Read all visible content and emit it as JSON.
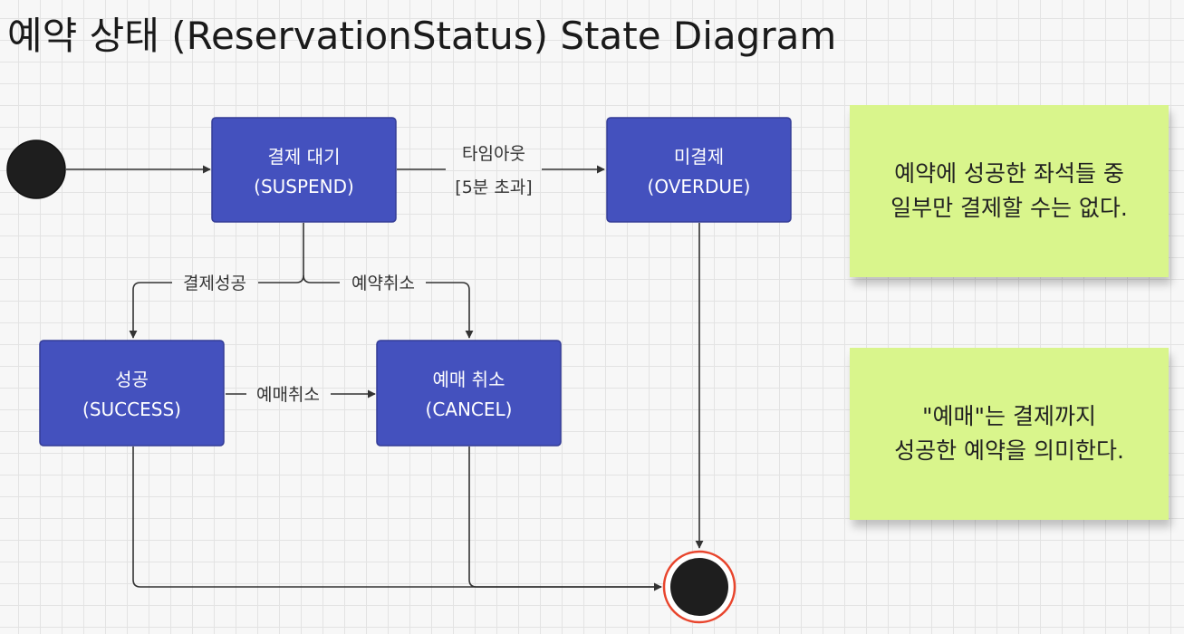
{
  "title": "예약 상태 (ReservationStatus) State Diagram",
  "colors": {
    "state_fill": "#4451be",
    "state_border": "#333c96",
    "note_fill": "#d9f58c",
    "end_ring": "#e8452d",
    "node_fill": "#1e1e1e"
  },
  "states": {
    "suspend": {
      "name": "결제 대기",
      "code": "(SUSPEND)"
    },
    "overdue": {
      "name": "미결제",
      "code": "(OVERDUE)"
    },
    "success": {
      "name": "성공",
      "code": "(SUCCESS)"
    },
    "cancel": {
      "name": "예매 취소",
      "code": "(CANCEL)"
    }
  },
  "transitions": {
    "timeout": {
      "line1": "타임아웃",
      "line2": "[5분 초과]"
    },
    "pay_success": "결제성공",
    "reserve_cancel": "예약취소",
    "ticket_cancel": "예매취소"
  },
  "notes": {
    "note1": {
      "line1": "예약에 성공한 좌석들 중",
      "line2": "일부만 결제할 수는 없다."
    },
    "note2": {
      "line1": "\"예매\"는 결제까지",
      "line2": "성공한 예약을 의미한다."
    }
  }
}
